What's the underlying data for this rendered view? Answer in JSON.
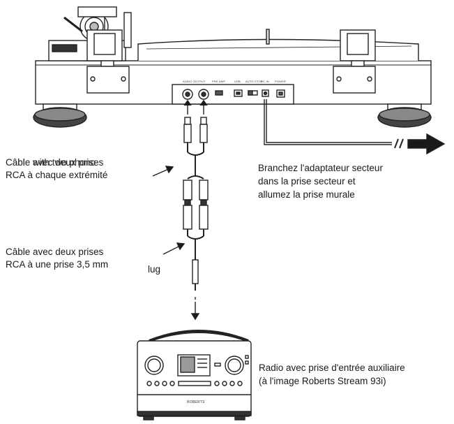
{
  "labels": {
    "rca_cable_line1_fr": "Câble avec deux prises",
    "rca_cable_line1_en": "Cable with two phono",
    "rca_cable_line2": "RCA à chaque extrémité",
    "jack_cable_line1": "Câble avec deux prises",
    "jack_cable_line2": "RCA à une prise 3,5 mm",
    "jack_cable_tail": "lug",
    "mains_line1": "Branchez l'adaptateur secteur",
    "mains_line2": "dans la prise secteur et",
    "mains_line3": "allumez la prise murale",
    "radio_line1": "Radio avec prise d'entrée auxiliaire",
    "radio_line2": "(à l'image Roberts Stream 93i)"
  },
  "panel_labels": {
    "audio_out": "AUDIO OUTPUT",
    "pre_amp": "PRE AMP",
    "usb": "USB",
    "auto_stop": "AUTO STOP",
    "dc_in": "DC IN",
    "power": "POWER"
  },
  "radio_labels": {
    "brand": "ROBERTS"
  },
  "icons": [
    "arrow-right-icon",
    "break-mark-icon",
    "rca-plug-icon",
    "jack-plug-icon",
    "down-arrow-icon"
  ],
  "colors": {
    "ink": "#1a1a1a",
    "line": "#222222",
    "background": "#ffffff"
  }
}
